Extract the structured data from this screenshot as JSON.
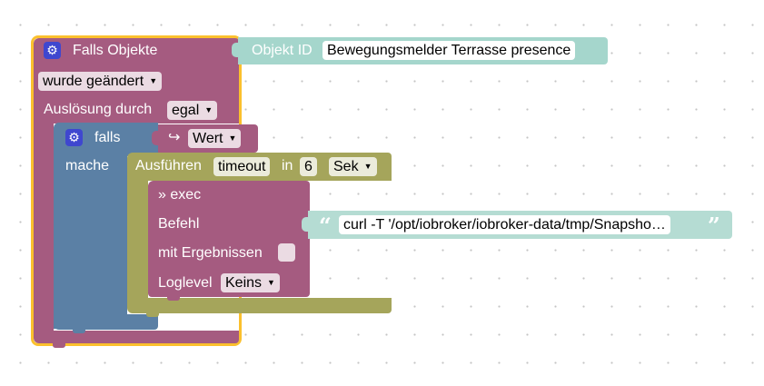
{
  "trigger_block": {
    "title": "Falls Objekte",
    "object_id_label": "Objekt ID",
    "object_id_value": "Bewegungsmelder Terrasse presence",
    "condition_value": "wurde geändert",
    "trigger_label": "Auslösung durch",
    "trigger_value": "egal"
  },
  "if_block": {
    "if_label": "falls",
    "do_label": "mache",
    "value_label": "Wert"
  },
  "timeout_block": {
    "execute_label": "Ausführen",
    "name_value": "timeout",
    "in_label": "in",
    "delay_value": "6",
    "unit_value": "Sek"
  },
  "exec_block": {
    "title": "» exec",
    "command_label": "Befehl",
    "command_value": "curl -T '/opt/iobroker/iobroker-data/tmp/Snapsho…",
    "with_results_label": "mit Ergebnissen",
    "loglevel_label": "Loglevel",
    "loglevel_value": "Keins"
  },
  "icons": {
    "settings": "⚙",
    "arrow": "↪",
    "dropdown": "▼",
    "quote_open": "“",
    "quote_close": "”"
  },
  "colors": {
    "trigger": "#a55b80",
    "selected_outline": "#fbc02d",
    "object_id": "#a5d6cc",
    "if_block": "#5b80a5",
    "timeout": "#a5a55b",
    "exec": "#a55b80",
    "text_string": "#b5dcd3",
    "gear": "#3f47cf"
  }
}
